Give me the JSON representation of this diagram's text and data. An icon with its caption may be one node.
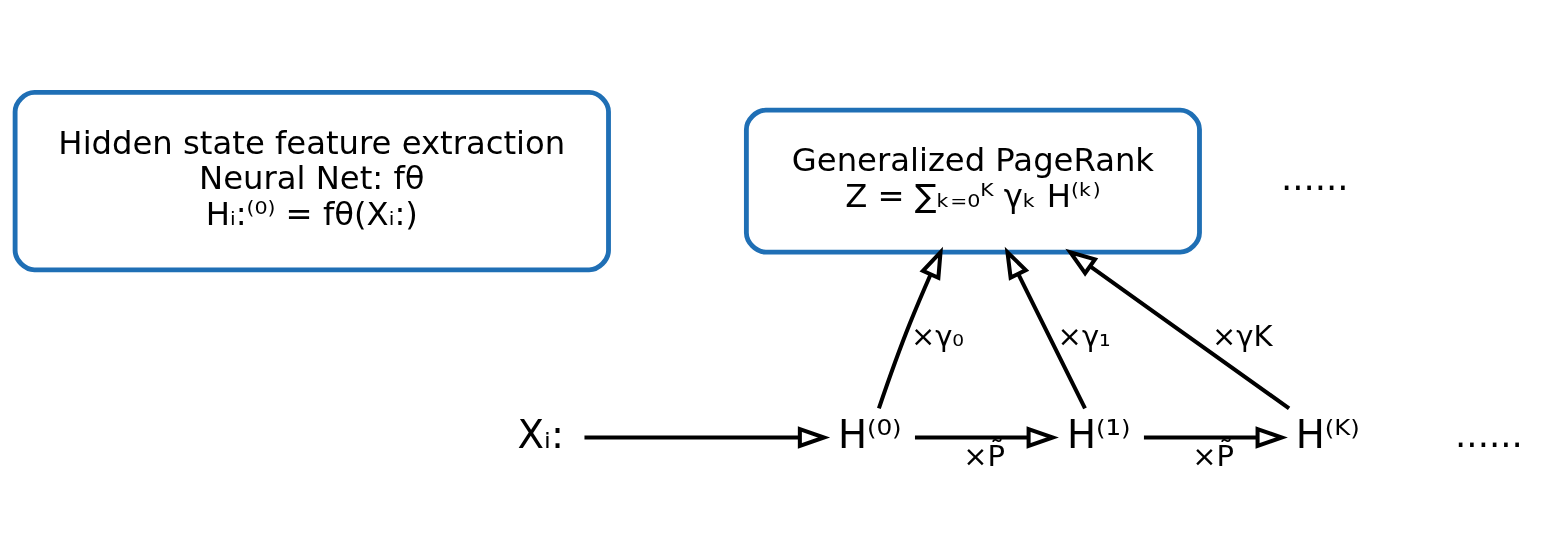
{
  "diagram": {
    "nodes": [
      {
        "text": [
          "Hidden state feature extraction",
          "Neural Net: fθ",
          "Hᵢ:⁽⁰⁾ = fθ(Xᵢ:)"
        ]
      },
      {
        "text": [
          "Generalized PageRank",
          "Z = ∑ₖ₌₀ᴷ γₖ H⁽ᵏ⁾"
        ]
      },
      {
        "text": [
          "Xᵢ:"
        ]
      },
      {
        "text": [
          "H⁽⁰⁾"
        ]
      },
      {
        "text": [
          "H⁽¹⁾"
        ]
      },
      {
        "text": [
          "H⁽ᴷ⁾"
        ]
      }
    ],
    "edges": [
      {
        "from": 2,
        "to": 3,
        "arrow": "to"
      },
      {
        "from": 3,
        "to": 4,
        "arrow": "to",
        "label": "×P̃"
      },
      {
        "from": 4,
        "to": 5,
        "arrow": "to",
        "label": "×P̃"
      },
      {
        "from": 3,
        "to": 1,
        "arrow": "to",
        "label": "×γ₀"
      },
      {
        "from": 4,
        "to": 1,
        "arrow": "to",
        "label": "×γ₁"
      },
      {
        "from": 5,
        "to": 1,
        "arrow": "to",
        "label": "×γK"
      }
    ],
    "labels": [
      "......",
      "......"
    ]
  }
}
